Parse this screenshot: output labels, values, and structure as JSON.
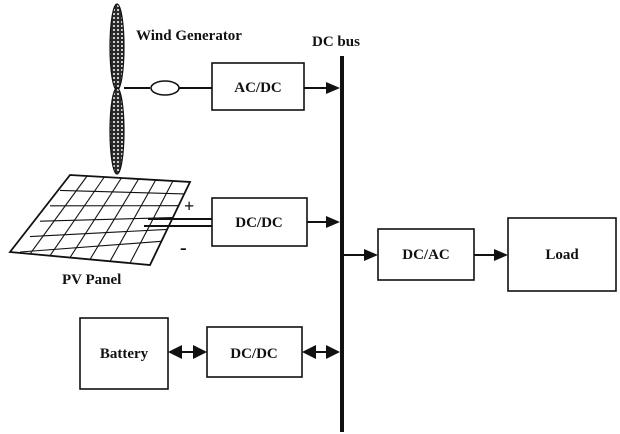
{
  "diagram": {
    "wind_generator_label": "Wind Generator",
    "dc_bus_label": "DC bus",
    "pv_panel_label": "PV Panel",
    "plus_sign": "+",
    "minus_sign": "-",
    "blocks": {
      "acdc": "AC/DC",
      "dcdc_pv": "DC/DC",
      "dcac": "DC/AC",
      "load": "Load",
      "battery": "Battery",
      "dcdc_battery": "DC/DC"
    }
  }
}
